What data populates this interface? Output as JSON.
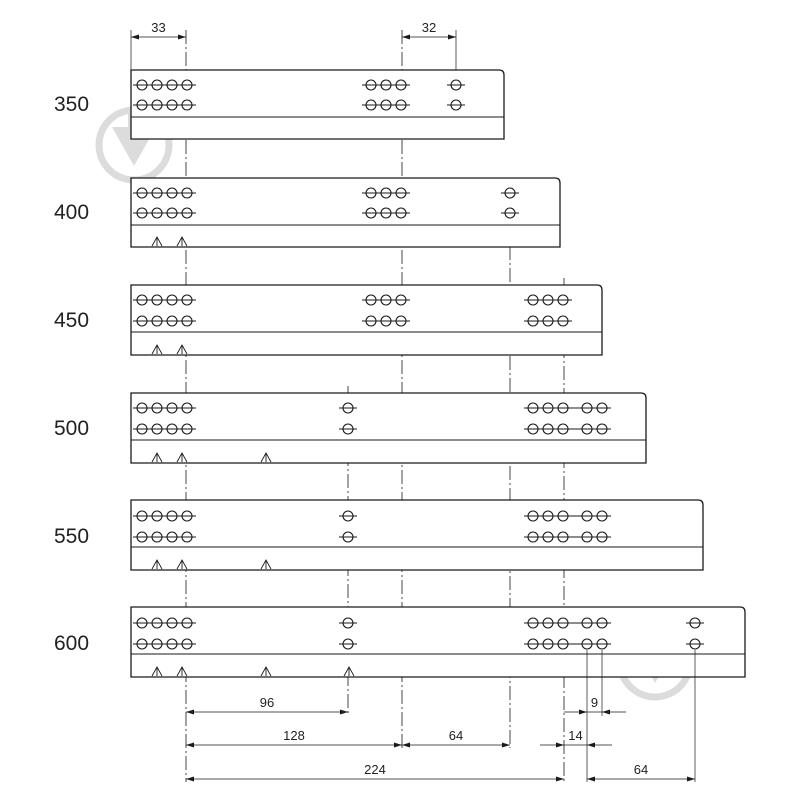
{
  "drawing": {
    "rails": [
      {
        "length_label": "350"
      },
      {
        "length_label": "400"
      },
      {
        "length_label": "450"
      },
      {
        "length_label": "500"
      },
      {
        "length_label": "550"
      },
      {
        "length_label": "600"
      }
    ],
    "dimensions": {
      "top_left": "33",
      "top_right": "32",
      "d96": "96",
      "d128": "128",
      "d64a": "64",
      "d224": "224",
      "d9": "9",
      "d14": "14",
      "d64b": "64"
    }
  },
  "colors": {
    "line": "#1a1a1a",
    "watermark": "#dcdcdc",
    "background": "#ffffff"
  }
}
